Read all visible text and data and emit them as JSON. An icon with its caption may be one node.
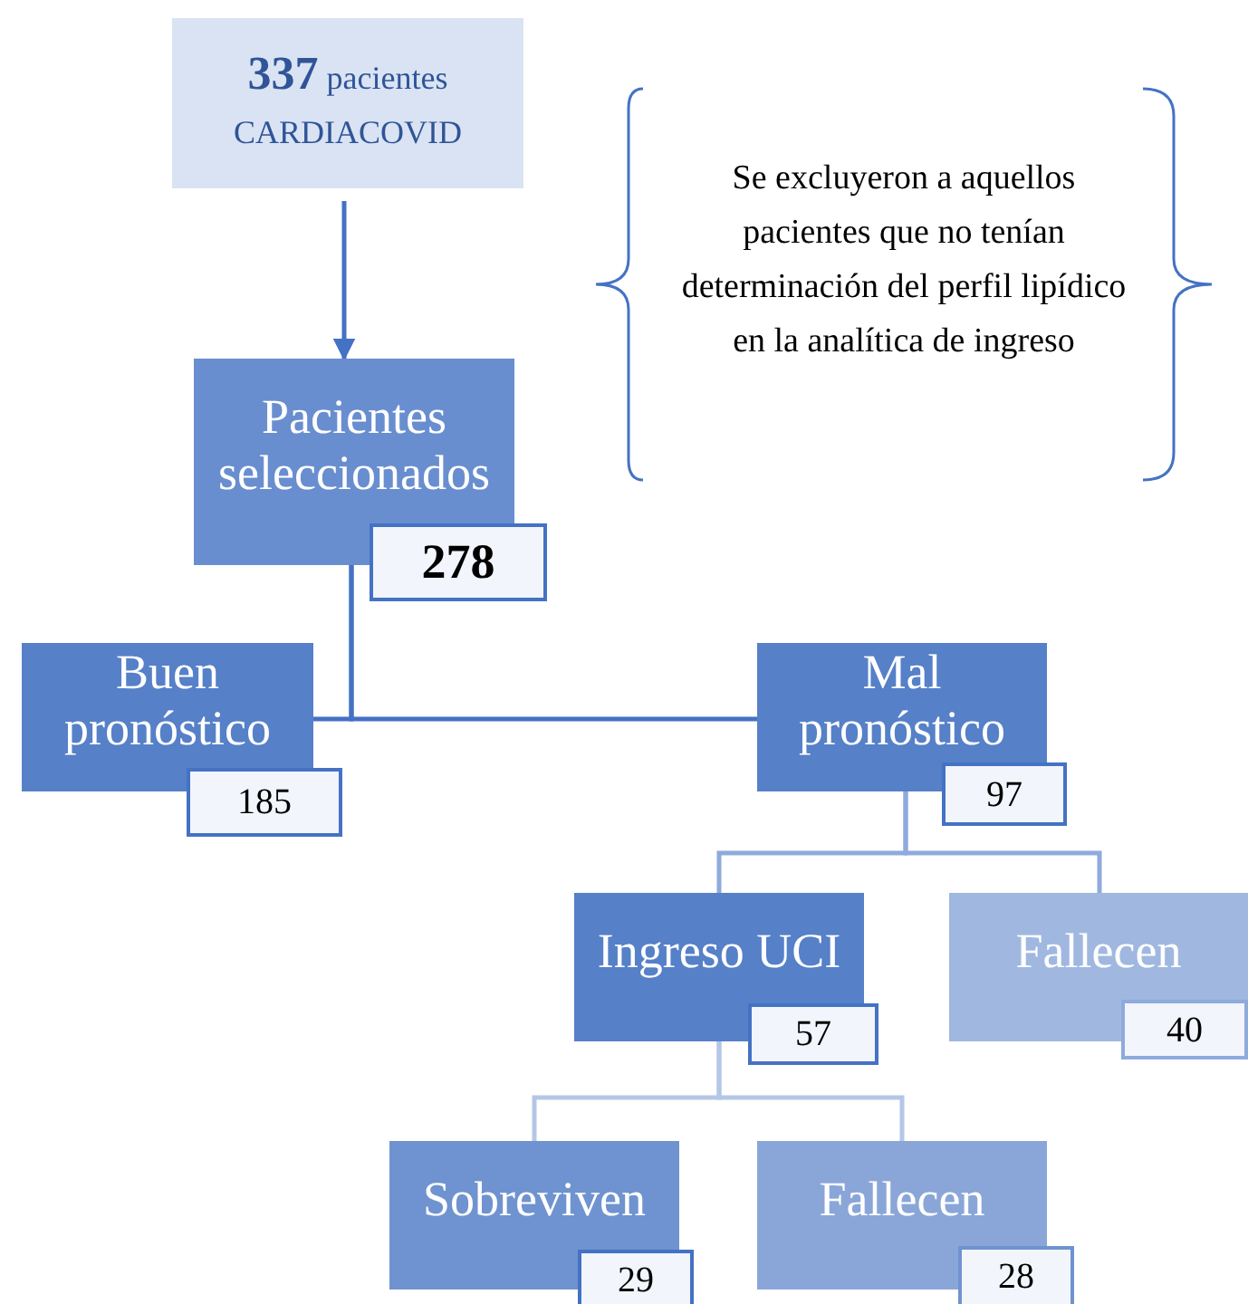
{
  "diagram": {
    "nodes": [
      {
        "text": [
          "**337** pacientes CARDIACOVID"
        ]
      },
      {
        "text": [
          "Pacientes seleccionados",
          "278"
        ]
      },
      {
        "text": [
          "Se excluyeron a aquellos pacientes que no tenían determinación del perfil lipídico en la analítica de ingreso"
        ]
      },
      {
        "text": [
          "Buen pronóstico",
          "185"
        ]
      },
      {
        "text": [
          "Mal pronóstico",
          "97"
        ]
      },
      {
        "text": [
          "Ingreso UCI",
          "57"
        ]
      },
      {
        "text": [
          "Fallecen",
          "40"
        ]
      },
      {
        "text": [
          "Sobreviven",
          "29"
        ]
      },
      {
        "text": [
          "Fallecen",
          "28"
        ]
      }
    ],
    "edges": [
      {
        "from": 0,
        "to": 1,
        "arrow": "to"
      },
      {
        "from": 1,
        "to": 3,
        "arrow": "none"
      },
      {
        "from": 1,
        "to": 4,
        "arrow": "none"
      },
      {
        "from": 4,
        "to": 5,
        "arrow": "none",
        "color": "#8faadc"
      },
      {
        "from": 4,
        "to": 6,
        "arrow": "none",
        "color": "#8faadc"
      },
      {
        "from": 5,
        "to": 7,
        "arrow": "none",
        "color": "#b4c7e7"
      },
      {
        "from": 5,
        "to": 8,
        "arrow": "none",
        "color": "#b4c7e7"
      }
    ]
  }
}
